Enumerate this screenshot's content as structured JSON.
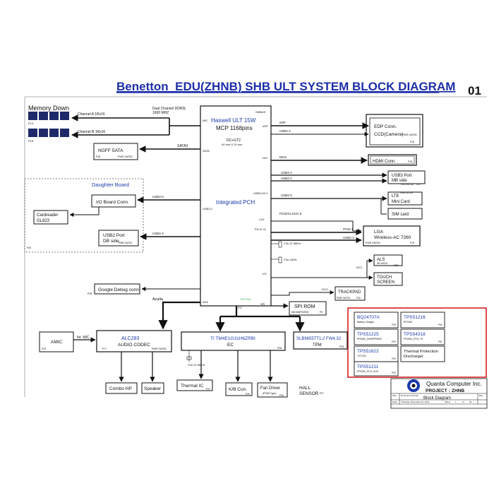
{
  "header": {
    "title": "Benetton_EDU(ZHNB) SHB ULT SYSTEM BLOCK DIAGRAM",
    "page_number": "01"
  },
  "memory": {
    "label": "Memory Down",
    "channel_a": "Channel A 1Rx16",
    "channel_b": "Channel B 1Rx16",
    "ddr_line1": "Dual Channel DDR3L",
    "ddr_line2": "1600 MHZ",
    "page_a": "P14",
    "page_b": "P15"
  },
  "cpu": {
    "title": "Haswell ULT 15W",
    "subtitle": "MCP 1168pins",
    "gt": "DC+GT2",
    "size": "40 mm X 24 mm",
    "pch": "Integrated  PCH",
    "pins": {
      "imc": "IMC",
      "mbus": "SMBUS",
      "edp": "eDP",
      "usb2_2": "USB2-2",
      "ddi": "DDI",
      "usb3_02": "USB3.0/2.0",
      "sata": "SATA",
      "usb20": "USB2.0",
      "clk": "CLK",
      "pcie": "PCI-E x1",
      "i2c": "I2C",
      "azalia": "AZA",
      "lpc": "LPC",
      "spi": "SPI",
      "p2p13": "P2~P13"
    }
  },
  "links": {
    "sata0": "SATA0",
    "edp": "eDP",
    "usb2_2": "USB2-2",
    "ddi1": "DDI1",
    "usb3_1": "USB3-1",
    "usb2_1": "USB2-1",
    "usb2_0": "USB2-0",
    "pcie_clock": "PCIE/CLOCK-0",
    "pcie1": "PCIE-1",
    "usb2_3": "USB2-3",
    "usb2_6": "USB2-6",
    "usb2_4": "USB2-4",
    "i2c1": "I2C1",
    "i2c0": "I2C0",
    "azalia": "Azalia",
    "int_mic": "Int. MIC",
    "xtal1": "XTAL 32.768KHz",
    "xtal2": "XTAL 24MHz",
    "ec_xtal": "XTAL 32.768KHz"
  },
  "blocks": {
    "ngff": {
      "label": "NGFF SATA",
      "page": "P28",
      "gate": "PWR GATED"
    },
    "edp_conn": {
      "line1": "EDP  Conn.",
      "line2": "CCD(Camera)",
      "gate": "PWR GATED",
      "page": "P16"
    },
    "hdmi": {
      "label": "HDMI Conn.",
      "page": "P18"
    },
    "usb3_port": {
      "line1": "USB3 Port",
      "line2": "MB side",
      "gate": "PWR GATED",
      "page": "P31"
    },
    "lte": {
      "line1": "LTE",
      "line2": "Mini Card",
      "gate": "PWR GATED"
    },
    "sim": {
      "label": "SIM card"
    },
    "lga": {
      "line1": "LGA",
      "line2": "Wireless-AC 7260",
      "gate": "PWR GATED",
      "page": "P19"
    },
    "daughter": {
      "label": "Daughter Board",
      "page": "P20"
    },
    "io_board": {
      "label": "I/O Board Conn."
    },
    "cardreader": {
      "line1": "Cardreader",
      "line2": "GL823"
    },
    "usb2_db": {
      "line1": "USB2 Port",
      "line2": "DB side",
      "gate": "PWR GATED"
    },
    "als": {
      "line1": "ALS",
      "line2": "ISL29023",
      "page": "P26"
    },
    "touch": {
      "line1": "TOUCH",
      "line2": "SCREEN"
    },
    "trackpad": {
      "label": "TRACKPAD",
      "gate": "PWR GATED",
      "page": "P26"
    },
    "google": {
      "label": "Google Debug conn",
      "page": "P28"
    },
    "spi_rom": {
      "label": "SPI ROM",
      "sub": "8M/16M/FW3940",
      "page": "P8"
    },
    "alc": {
      "line1": "ALC283",
      "line2": "AUDIO CODEC",
      "page": "P??",
      "gate": "PWR GATED"
    },
    "amic": {
      "label": "AMIC",
      "page": "P23"
    },
    "ec": {
      "line1": "TI TM4E1G31H6ZRBI",
      "line2": "EC",
      "page": "P26"
    },
    "tpm": {
      "line1": "SLB9655TT1.2 FW4.32",
      "line2": "TPM",
      "page": "P23"
    },
    "combo": {
      "label": "Combo HP"
    },
    "speaker": {
      "label": "Speaker"
    },
    "thermal_ic": {
      "label": "Thermal IC",
      "page": "P27"
    },
    "kb": {
      "label": "K/B Con.",
      "page": "P29"
    },
    "fan": {
      "line1": "Fan Driver",
      "line2": "(PWM Type)",
      "page": "P25"
    },
    "hall": {
      "line1": "HALL",
      "line2": "SENSOR",
      "page": "P27"
    }
  },
  "power": [
    {
      "name": "BQ24707A",
      "desc": "Battery Charger",
      "page": "P28"
    },
    {
      "name": "TPS51216",
      "desc": "PP1350",
      "page": "P33"
    },
    {
      "name": "TPS51225",
      "desc": "PP3300_DSW/PP5000",
      "page": "P29"
    },
    {
      "name": "TPS54318",
      "desc": "PP1500_PCH_TS",
      "page": "P31"
    },
    {
      "name": "TPS51622",
      "desc": "+VCCIN",
      "page": "P30"
    },
    {
      "name": "Thermal Protection",
      "desc": "Discharger",
      "page": ""
    },
    {
      "name": "TPS51211",
      "desc": "PP1050_PCH_SUS",
      "page": "P32"
    }
  ],
  "titleblock": {
    "company": "Quanta Computer Inc.",
    "project_label": "PROJECT :",
    "project": "ZHNB",
    "size_label": "Size",
    "docnum_label": "Document Number",
    "rev_label": "Rev",
    "doc": "Block Diagram",
    "date_label": "Date:",
    "date": "Thursday, December 04, 2014",
    "sheet_label": "Sheet",
    "sheet": "1",
    "of_label": "of",
    "of": "43"
  },
  "colors": {
    "line": "#111111",
    "blue_text": "#1a3aa8",
    "highlight": "#d42020",
    "title_blue": "#1d2fa8"
  }
}
